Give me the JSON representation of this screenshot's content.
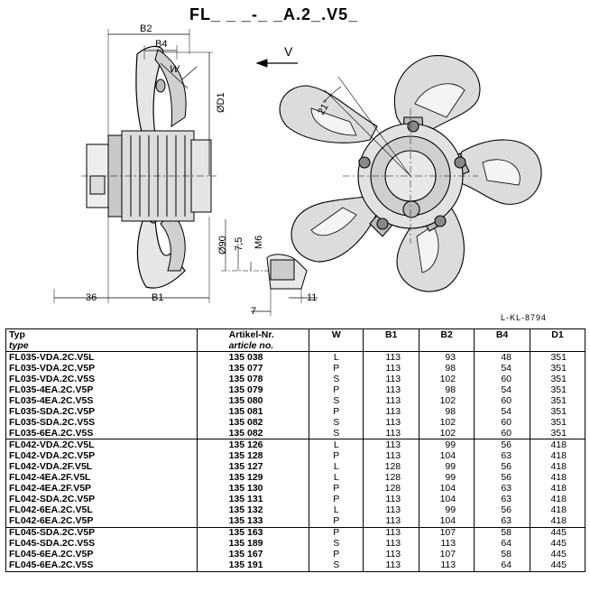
{
  "title": "FL_ _ _-_ _A.2_.V5_",
  "drawing": {
    "dims": {
      "b2": "B2",
      "b4": "B4",
      "w": "W",
      "d1": "ØD1",
      "v": "V",
      "angle": "21°",
      "d90": "Ø90",
      "d75": "7,5",
      "m6": "M6",
      "d36": "36",
      "b1": "B1",
      "d11": "11",
      "d7": "7"
    },
    "code": "L-KL-8794"
  },
  "table": {
    "headers": {
      "typ": "Typ",
      "typ_en": "type",
      "art": "Artikel-Nr.",
      "art_en": "article no.",
      "w": "W",
      "b1": "B1",
      "b2": "B2",
      "b4": "B4",
      "d1": "D1"
    },
    "groups": [
      [
        [
          "FL035-VDA.2C.V5L",
          "135 038",
          "L",
          "113",
          "93",
          "48",
          "351"
        ],
        [
          "FL035-VDA.2C.V5P",
          "135 077",
          "P",
          "113",
          "98",
          "54",
          "351"
        ],
        [
          "FL035-VDA.2C.V5S",
          "135 078",
          "S",
          "113",
          "102",
          "60",
          "351"
        ],
        [
          "FL035-4EA.2C.V5P",
          "135 079",
          "P",
          "113",
          "98",
          "54",
          "351"
        ],
        [
          "FL035-4EA.2C.V5S",
          "135 080",
          "S",
          "113",
          "102",
          "60",
          "351"
        ],
        [
          "FL035-SDA.2C.V5P",
          "135 081",
          "P",
          "113",
          "98",
          "54",
          "351"
        ],
        [
          "FL035-SDA.2C.V5S",
          "135 082",
          "S",
          "113",
          "102",
          "60",
          "351"
        ],
        [
          "FL035-6EA.2C.V5S",
          "135 082",
          "S",
          "113",
          "102",
          "60",
          "351"
        ]
      ],
      [
        [
          "FL042-VDA.2C.V5L",
          "135 126",
          "L",
          "113",
          "99",
          "56",
          "418"
        ],
        [
          "FL042-VDA.2C.V5P",
          "135 128",
          "P",
          "113",
          "104",
          "63",
          "418"
        ],
        [
          "FL042-VDA.2F.V5L",
          "135 127",
          "L",
          "128",
          "99",
          "56",
          "418"
        ],
        [
          "FL042-4EA.2F.V5L",
          "135 129",
          "L",
          "128",
          "99",
          "56",
          "418"
        ],
        [
          "FL042-4EA.2F.V5P",
          "135 130",
          "P",
          "128",
          "104",
          "63",
          "418"
        ],
        [
          "FL042-SDA.2C.V5P",
          "135 131",
          "P",
          "113",
          "104",
          "63",
          "418"
        ],
        [
          "FL042-6EA.2C.V5L",
          "135 132",
          "L",
          "113",
          "99",
          "56",
          "418"
        ],
        [
          "FL042-6EA.2C.V5P",
          "135 133",
          "P",
          "113",
          "104",
          "63",
          "418"
        ]
      ],
      [
        [
          "FL045-SDA.2C.V5P",
          "135 163",
          "P",
          "113",
          "107",
          "58",
          "445"
        ],
        [
          "FL045-SDA.2C.V5S",
          "135 189",
          "S",
          "113",
          "113",
          "64",
          "445"
        ],
        [
          "FL045-6EA.2C.V5P",
          "135 167",
          "P",
          "113",
          "107",
          "58",
          "445"
        ],
        [
          "FL045-6EA.2C.V5S",
          "135 191",
          "S",
          "113",
          "113",
          "64",
          "445"
        ]
      ]
    ]
  }
}
